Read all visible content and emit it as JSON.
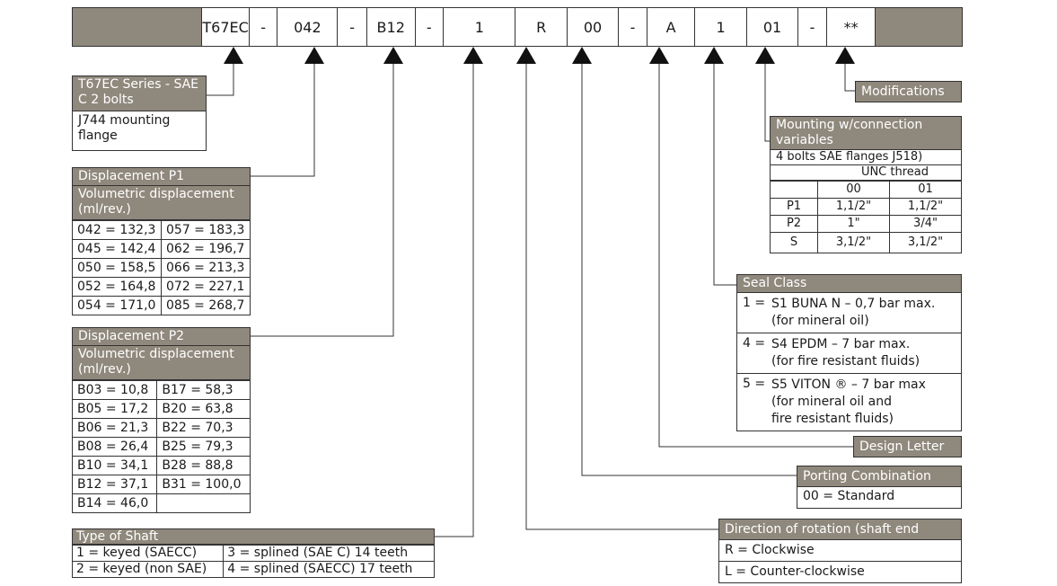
{
  "code_segments": [
    "",
    "T67EC",
    "-",
    "042",
    "-",
    "B12",
    "-",
    "1",
    "R",
    "00",
    "-",
    "A",
    "1",
    "01",
    "-",
    "**",
    ""
  ],
  "series": {
    "title": "T67EC Series - SAE C 2 bolts",
    "body": "J744 mounting flange"
  },
  "displacement_p1": {
    "title": "Displacement P1",
    "subtitle": "Volumetric displacement (ml/rev.)",
    "rows": [
      [
        "042 = 132,3",
        "057 = 183,3"
      ],
      [
        "045 = 142,4",
        "062 = 196,7"
      ],
      [
        "050 = 158,5",
        "066 = 213,3"
      ],
      [
        "052 = 164,8",
        "072 = 227,1"
      ],
      [
        "054 = 171,0",
        "085 = 268,7"
      ]
    ]
  },
  "displacement_p2": {
    "title": "Displacement P2",
    "subtitle": "Volumetric displacement (ml/rev.)",
    "rows": [
      [
        "B03 = 10,8",
        "B17 = 58,3"
      ],
      [
        "B05 = 17,2",
        "B20 = 63,8"
      ],
      [
        "B06 = 21,3",
        "B22 = 70,3"
      ],
      [
        "B08 = 26,4",
        "B25 = 79,3"
      ],
      [
        "B10 = 34,1",
        "B28 = 88,8"
      ],
      [
        "B12 = 37,1",
        "B31 = 100,0"
      ],
      [
        "B14 = 46,0",
        ""
      ]
    ]
  },
  "shaft": {
    "title": "Type of Shaft",
    "rows": [
      [
        "1 = keyed (SAECC)",
        "3 = splined (SAE C) 14 teeth"
      ],
      [
        "2 = keyed (non SAE)",
        "4 = splined (SAECC) 17 teeth"
      ]
    ]
  },
  "modifications": {
    "title": "Modifications"
  },
  "mounting": {
    "title": "Mounting w/connection variables",
    "line1": "4 bolts SAE flanges  J518)",
    "line2": "UNC thread",
    "cols": [
      "00",
      "01"
    ],
    "rows": [
      [
        "P1",
        "1,1/2\"",
        "1,1/2\""
      ],
      [
        "P2",
        "1\"",
        "3/4\""
      ],
      [
        "S",
        "3,1/2\"",
        "3,1/2\""
      ]
    ]
  },
  "seal": {
    "title": "Seal Class",
    "items": [
      {
        "code": "1 =",
        "lines": [
          "S1 BUNA N – 0,7 bar max.",
          "(for mineral oil)"
        ]
      },
      {
        "code": "4 =",
        "lines": [
          "S4 EPDM – 7 bar max.",
          "(for fire resistant fluids)"
        ]
      },
      {
        "code": "5 =",
        "lines": [
          "S5 VITON ® – 7 bar max",
          "(for mineral oil and",
          "fire resistant fluids)"
        ]
      }
    ]
  },
  "design": {
    "title": "Design Letter"
  },
  "porting": {
    "title": "Porting Combination",
    "body": "00 = Standard"
  },
  "rotation": {
    "title": "Direction of rotation (shaft end view)",
    "items": [
      "R = Clockwise",
      "L = Counter-clockwise"
    ]
  }
}
